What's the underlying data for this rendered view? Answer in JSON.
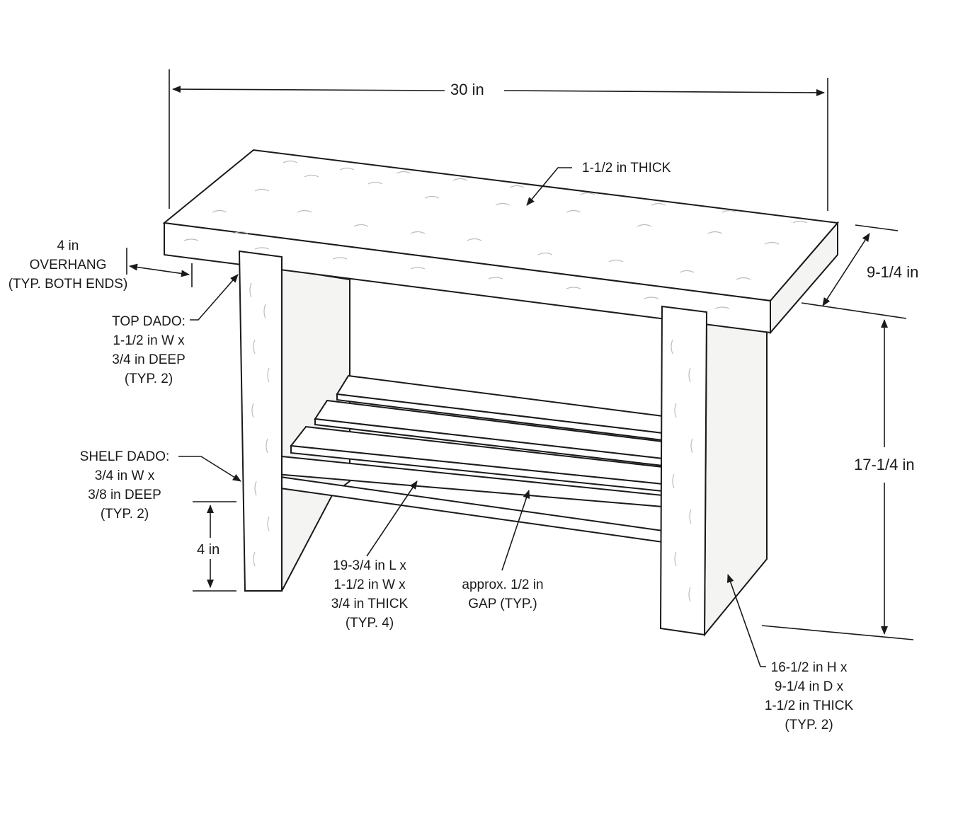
{
  "diagram": {
    "overall_length": "30 in",
    "top_thickness": "1-1/2 in THICK",
    "depth": "9-1/4 in",
    "height": "17-1/4 in",
    "overhang": [
      "4 in",
      "OVERHANG",
      "(TYP. BOTH ENDS)"
    ],
    "top_dado": [
      "TOP DADO:",
      "1-1/2 in W x",
      "3/4 in DEEP",
      "(TYP. 2)"
    ],
    "shelf_dado": [
      "SHELF DADO:",
      "3/4 in W x",
      "3/8 in DEEP",
      "(TYP. 2)"
    ],
    "shelf_height": "4 in",
    "slats": [
      "19-3/4 in L x",
      "1-1/2 in W x",
      "3/4 in THICK",
      "(TYP. 4)"
    ],
    "gap": [
      "approx. 1/2 in",
      "GAP (TYP.)"
    ],
    "legs": [
      "16-1/2 in H x",
      "9-1/4 in D x",
      "1-1/2 in THICK",
      "(TYP. 2)"
    ]
  },
  "colors": {
    "line": "#1a1a1a",
    "wood": "#ffffff",
    "side_shade": "#f4f4f2",
    "grain": "#bdbdbd"
  }
}
